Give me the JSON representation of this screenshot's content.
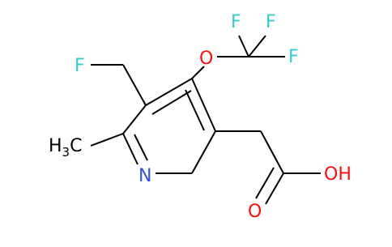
{
  "molecule": {
    "atoms": {
      "fluoromethyl_F": {
        "text": "F"
      },
      "methyl": {
        "text": "H",
        "sub": "3",
        "tail": "C"
      },
      "ring_N": {
        "text": "N"
      },
      "ether_O": {
        "text": "O"
      },
      "cf3_F_top_left": {
        "text": "F"
      },
      "cf3_F_top_right": {
        "text": "F"
      },
      "cf3_F_right": {
        "text": "F"
      },
      "acid_OH": {
        "text": "OH"
      },
      "acid_O": {
        "text": "O"
      }
    },
    "colors": {
      "bond": "#000000",
      "fluorine": "#33cccc",
      "oxygen": "#ff0d0d",
      "nitrogen": "#3050f8"
    }
  }
}
